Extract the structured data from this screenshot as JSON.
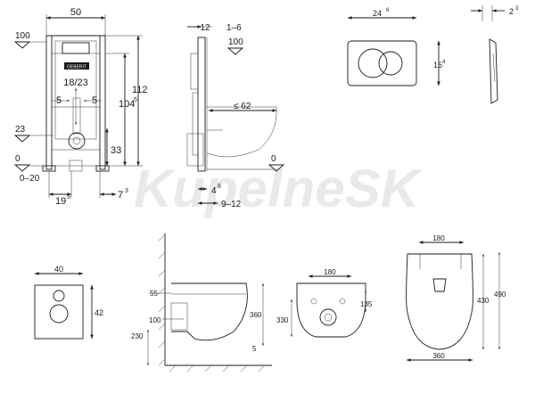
{
  "watermark": "KupelneSK",
  "brand_plate": "GEBERIT",
  "views": {
    "frame_front": {
      "width": "50",
      "left_100": "100",
      "heights": [
        "18/23"
      ],
      "offsets": [
        "5",
        "5"
      ],
      "h_112": "112",
      "h_104": "104",
      "h_104_sup": "5",
      "left_23": "23",
      "left_0": "0",
      "left_020": "0–20",
      "h_33": "33",
      "b_19": "19",
      "b_19_sup": "5",
      "b_7": "7",
      "b_7_sup": "3"
    },
    "frame_side": {
      "d_12": "12",
      "d_16": "1–6",
      "d_100": "100",
      "d_62": "≤ 62",
      "d_0": "0",
      "d_48": "4",
      "d_48_sup": "8",
      "d_912": "9–12"
    },
    "plate_front": {
      "w": "24",
      "w_sup": "6",
      "h": "16",
      "h_sup": "4"
    },
    "plate_side": {
      "d": "2",
      "d_sup": "3"
    },
    "pattern": {
      "w": "40",
      "h": "42"
    },
    "bowl_side": {
      "d55": "55",
      "d100": "100",
      "d230": "230",
      "d360": "360",
      "d5": "5"
    },
    "bowl_front": {
      "w180": "180",
      "h135": "135",
      "h330": "330"
    },
    "bowl_top": {
      "w180": "180",
      "h430": "430",
      "h490": "490",
      "w360": "360"
    }
  }
}
